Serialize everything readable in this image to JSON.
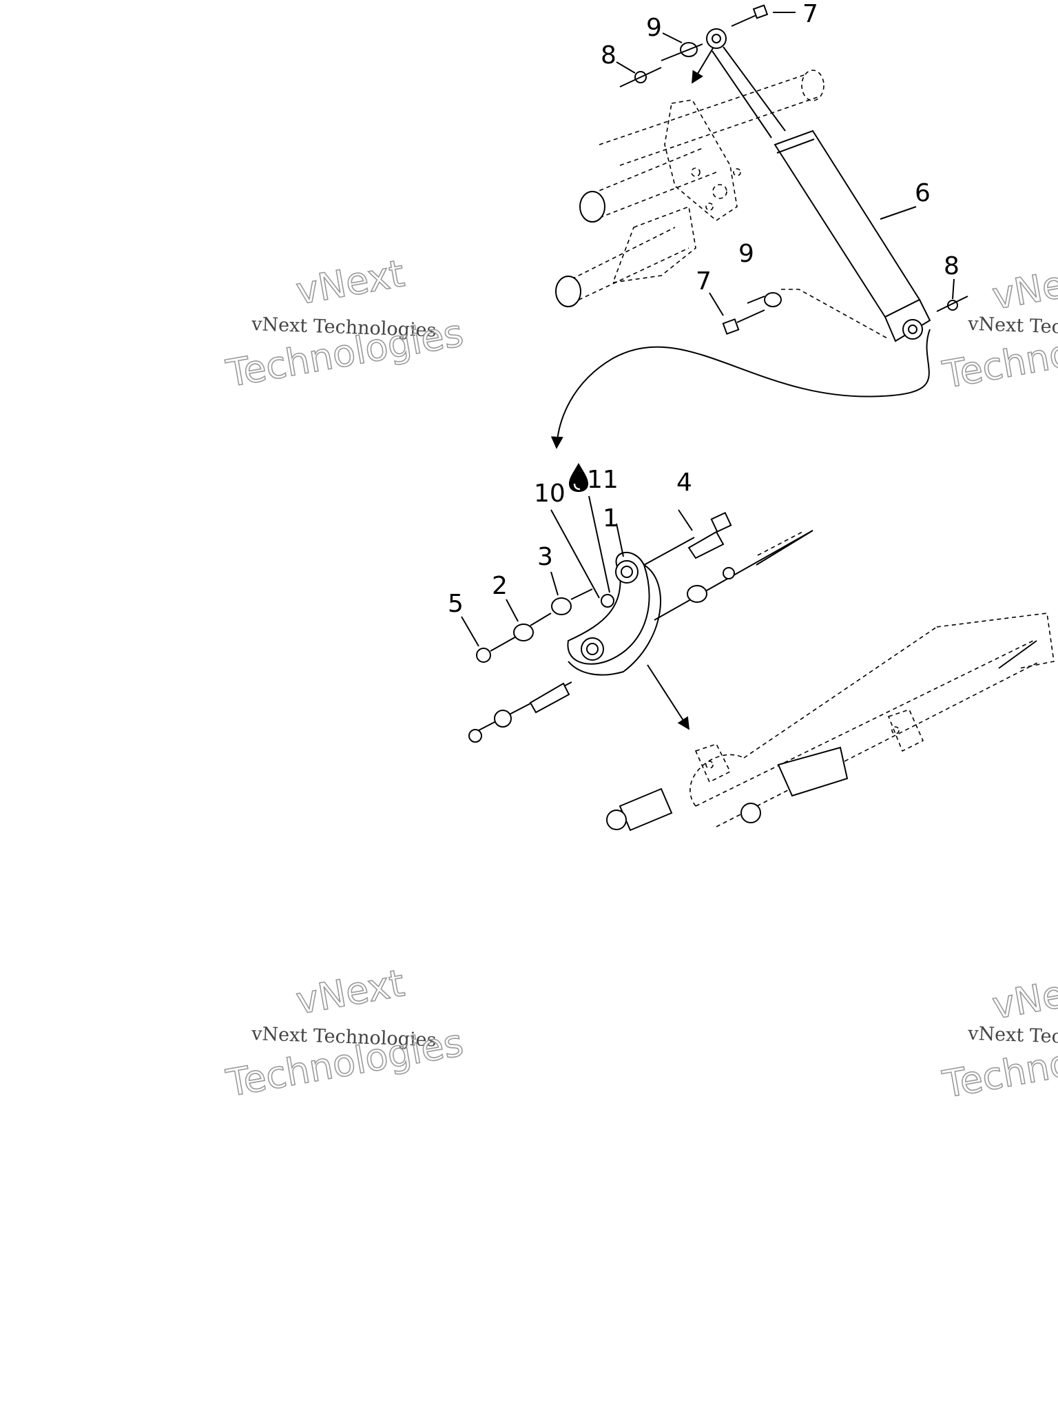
{
  "callouts": [
    "1",
    "2",
    "3",
    "4",
    "5",
    "6",
    "7",
    "7",
    "8",
    "8",
    "9",
    "9",
    "10",
    "11"
  ],
  "icons": {
    "lubricant": "oil-drop-icon"
  },
  "watermark": {
    "brand_top": "vNext",
    "brand_line": "vNext Technologies",
    "brand_bottom": "Technologies"
  }
}
